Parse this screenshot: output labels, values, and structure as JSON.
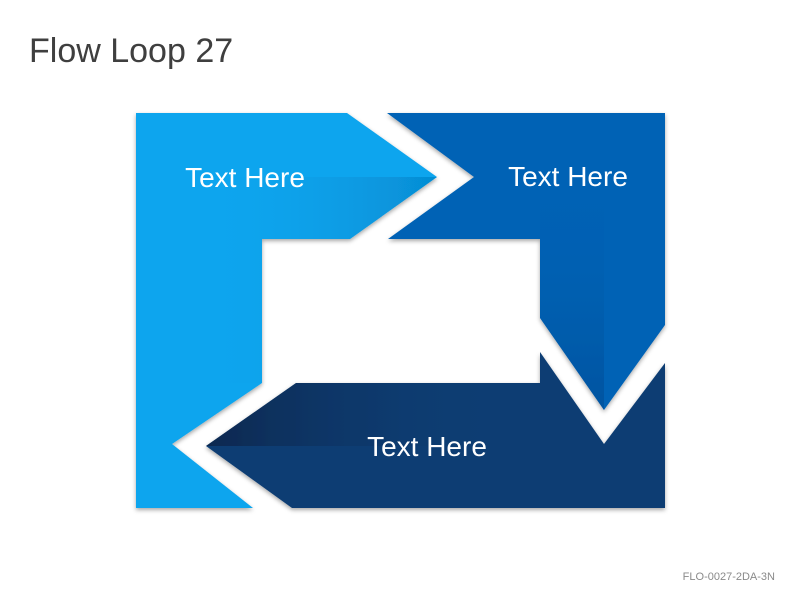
{
  "slide": {
    "title": "Flow Loop 27",
    "code": "FLO-0027-2DA-3N"
  },
  "segments": [
    {
      "label": "Text Here",
      "color": "#0AA5EE"
    },
    {
      "label": "Text Here",
      "color": "#0562B5"
    },
    {
      "label": "Text Here",
      "color": "#0B3D73"
    }
  ]
}
